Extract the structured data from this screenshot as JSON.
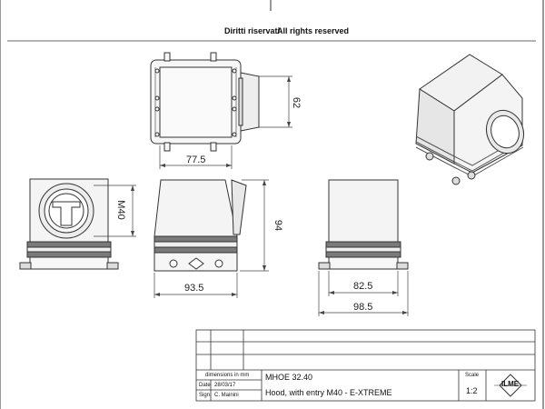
{
  "header": {
    "rights_it": "Diritti riservati",
    "rights_en": "All rights reserved"
  },
  "dimensions": {
    "top_width": "77.5",
    "top_height": "62",
    "thread": "M40",
    "front_width": "93.5",
    "height": "94",
    "side_inner": "82.5",
    "side_outer": "98.5"
  },
  "title_block": {
    "dims_note": "dimensions in mm",
    "date_label": "Date",
    "date_value": "28/03/17",
    "sign_label": "Sign.",
    "sign_value": "C. Mainini",
    "product_code": "MHOE 32.40",
    "description": "Hood, with  entry M40 - E-XTREME",
    "scale_label": "Scale",
    "scale_value": "1:2",
    "logo_text": "ILME"
  },
  "colors": {
    "line": "#333333",
    "thin": "#888888",
    "fill": "#f2f2f2",
    "dark": "#555555"
  }
}
